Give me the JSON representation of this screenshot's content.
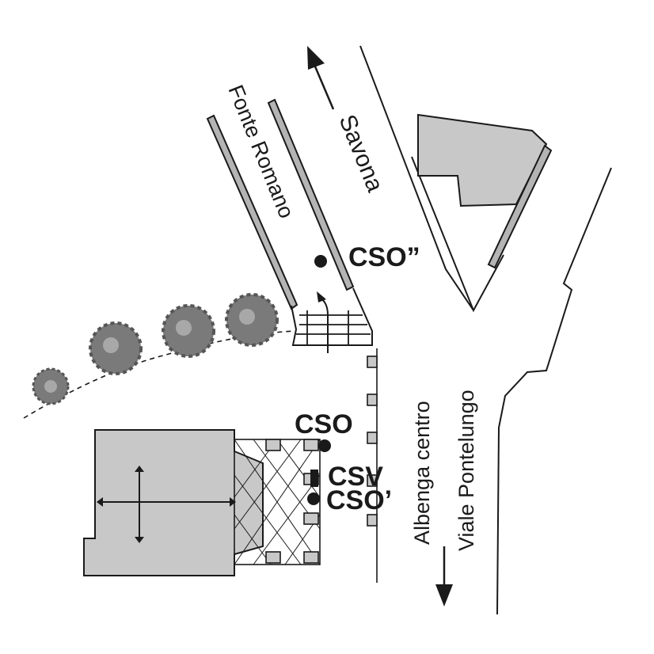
{
  "colors": {
    "ink": "#1a1a1a",
    "building_fill": "#c8c8c8",
    "wall_fill": "#b4b4b4",
    "tree_fill": "#7a7a7a",
    "background": "#ffffff"
  },
  "roads": {
    "fonte_romano": "Fonte Romano",
    "savona": "Savona",
    "albenga_centro": "Albenga centro",
    "viale_pontelungo": "Viale Pontelungo"
  },
  "sites": {
    "cso_double_prime": "CSO”",
    "cso": "CSO",
    "csv": "CSV",
    "cso_prime": "CSO’"
  },
  "icons": {
    "church": "cross-icon",
    "direction_up": "arrow-up-left-icon",
    "direction_down": "arrow-down-icon",
    "trees": "tree-icon"
  }
}
